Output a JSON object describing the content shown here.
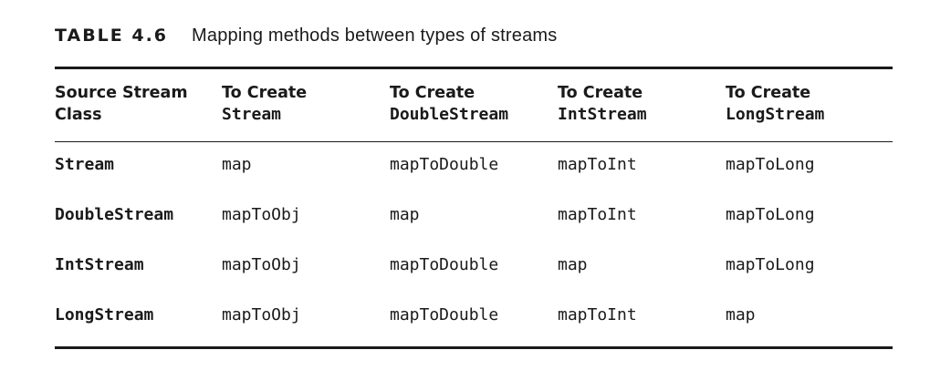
{
  "caption": {
    "number": "TABLE 4.6",
    "title": "Mapping methods between types of streams"
  },
  "table": {
    "headers": [
      {
        "line1": "Source Stream",
        "line2": "Class"
      },
      {
        "line1": "To Create",
        "line2": "Stream"
      },
      {
        "line1": "To Create",
        "line2": "DoubleStream"
      },
      {
        "line1": "To Create",
        "line2": "IntStream"
      },
      {
        "line1": "To Create",
        "line2": "LongStream"
      }
    ],
    "rows": [
      [
        "Stream",
        "map",
        "mapToDouble",
        "mapToInt",
        "mapToLong"
      ],
      [
        "DoubleStream",
        "mapToObj",
        "map",
        "mapToInt",
        "mapToLong"
      ],
      [
        "IntStream",
        "mapToObj",
        "mapToDouble",
        "map",
        "mapToLong"
      ],
      [
        "LongStream",
        "mapToObj",
        "mapToDouble",
        "mapToInt",
        "map"
      ]
    ]
  }
}
